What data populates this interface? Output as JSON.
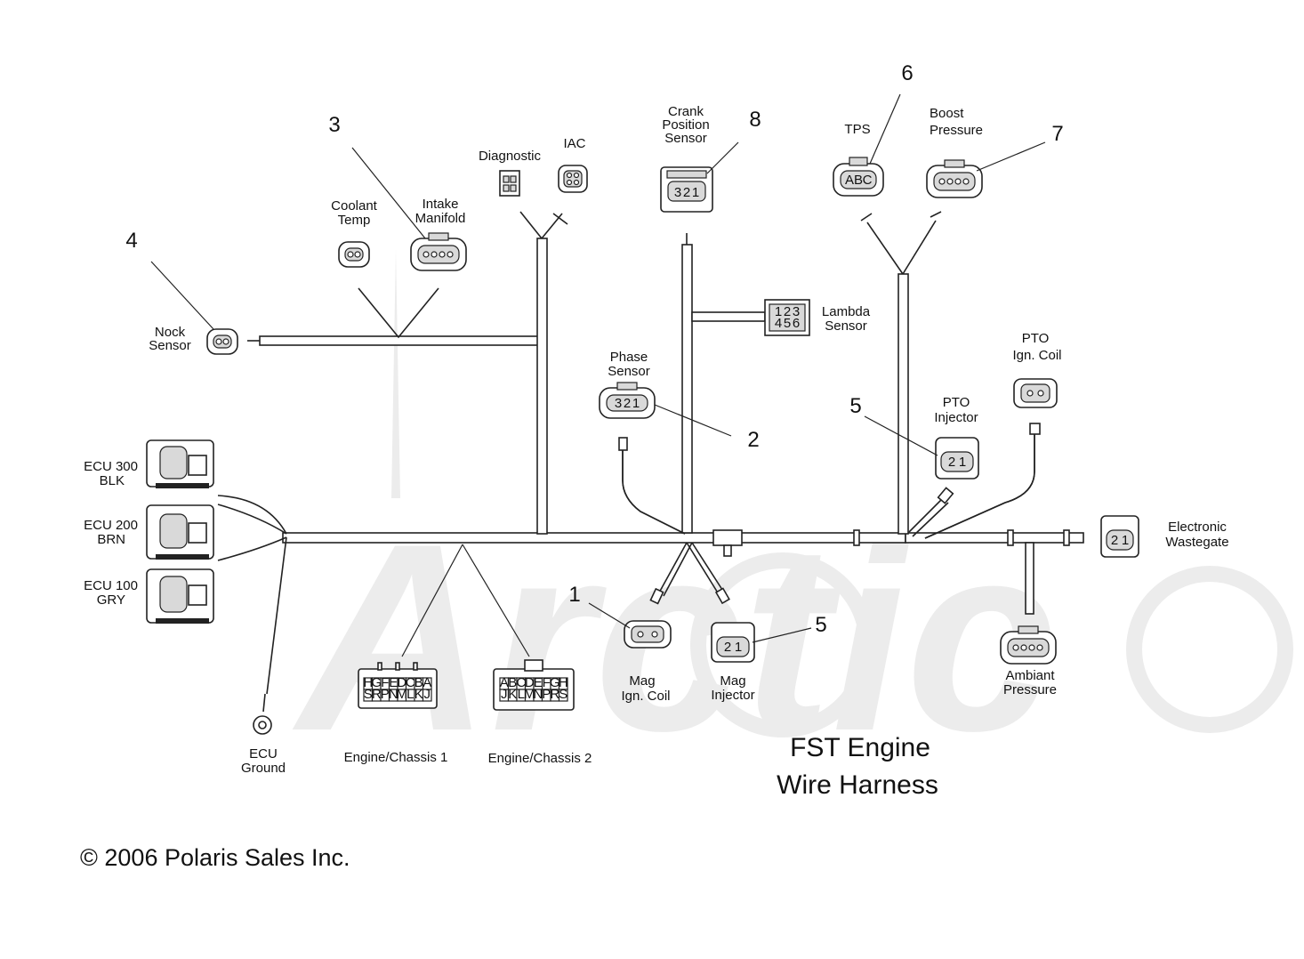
{
  "diagram": {
    "title_line1": "FST Engine",
    "title_line2": "Wire Harness",
    "copyright": "© 2006 Polaris Sales Inc.",
    "watermark": "Arctic"
  },
  "labels": {
    "nock_sensor_1": "Nock",
    "nock_sensor_2": "Sensor",
    "coolant_temp_1": "Coolant",
    "coolant_temp_2": "Temp",
    "intake_manifold_1": "Intake",
    "intake_manifold_2": "Manifold",
    "diagnostic": "Diagnostic",
    "iac": "IAC",
    "crank_1": "Crank",
    "crank_2": "Position",
    "crank_3": "Sensor",
    "tps": "TPS",
    "boost_1": "Boost",
    "boost_2": "Pressure",
    "lambda_1": "Lambda",
    "lambda_2": "Sensor",
    "phase_1": "Phase",
    "phase_2": "Sensor",
    "pto_coil_1": "PTO",
    "pto_coil_2": "Ign. Coil",
    "pto_inj_1": "PTO",
    "pto_inj_2": "Injector",
    "ecu300_1": "ECU 300",
    "ecu300_2": "BLK",
    "ecu200_1": "ECU 200",
    "ecu200_2": "BRN",
    "ecu100_1": "ECU 100",
    "ecu100_2": "GRY",
    "wastegate_1": "Electronic",
    "wastegate_2": "Wastegate",
    "mag_coil_1": "Mag",
    "mag_coil_2": "Ign. Coil",
    "mag_inj_1": "Mag",
    "mag_inj_2": "Injector",
    "ambiant_1": "Ambiant",
    "ambiant_2": "Pressure",
    "ecu_ground_1": "ECU",
    "ecu_ground_2": "Ground",
    "engine_chassis_1": "Engine/Chassis 1",
    "engine_chassis_2": "Engine/Chassis 2"
  },
  "callouts": {
    "c1": "1",
    "c2": "2",
    "c3": "3",
    "c4": "4",
    "c5a": "5",
    "c5b": "5",
    "c6": "6",
    "c7": "7",
    "c8": "8"
  },
  "pins": {
    "ec1_top": [
      "H",
      "G",
      "F",
      "E",
      "D",
      "C",
      "B",
      "A"
    ],
    "ec1_bot": [
      "S",
      "R",
      "P",
      "N",
      "M",
      "L",
      "K",
      "J"
    ],
    "ec2_top": [
      "A",
      "B",
      "C",
      "D",
      "E",
      "F",
      "G",
      "H"
    ],
    "ec2_bot": [
      "J",
      "K",
      "L",
      "M",
      "N",
      "P",
      "R",
      "S"
    ],
    "two_pin": [
      "2",
      "1"
    ],
    "three_pin": [
      "3",
      "2",
      "1"
    ],
    "tps_pins": [
      "A",
      "B",
      "C"
    ],
    "crank_pins": [
      "3",
      "2",
      "1"
    ],
    "lambda_top": [
      "1",
      "2",
      "3"
    ],
    "lambda_bot": [
      "4",
      "5",
      "6"
    ]
  }
}
